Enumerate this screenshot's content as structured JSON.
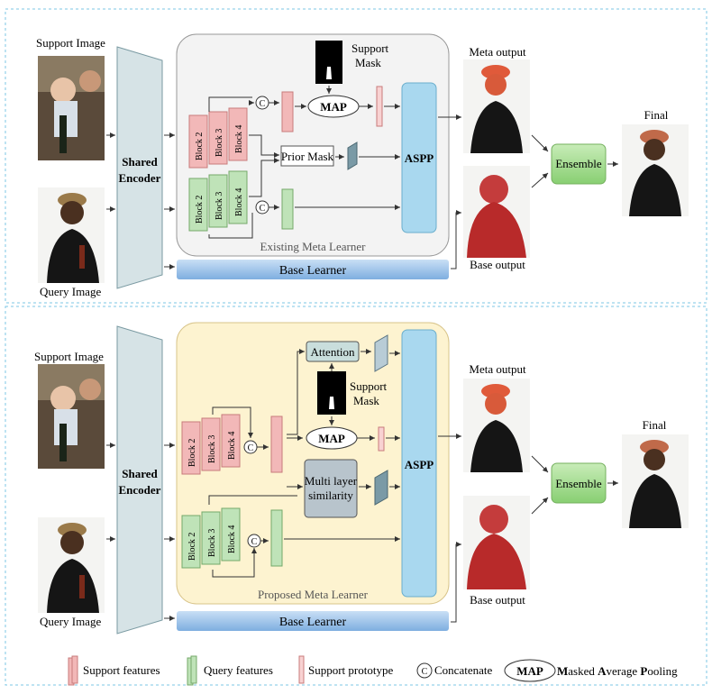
{
  "top": {
    "support_image": "Support Image",
    "query_image": "Query Image",
    "shared_encoder_1": "Shared",
    "shared_encoder_2": "Encoder",
    "support_mask_1": "Support",
    "support_mask_2": "Mask",
    "map": "MAP",
    "prior_mask": "Prior Mask",
    "aspp": "ASPP",
    "meta_output": "Meta output",
    "base_output": "Base output",
    "ensemble": "Ensemble",
    "final": "Final",
    "meta_learner": "Existing Meta Learner",
    "base_learner": "Base Learner",
    "concat": "C",
    "block2": "Block 2",
    "block3": "Block 3",
    "block4": "Block 4"
  },
  "bottom": {
    "support_image": "Support Image",
    "query_image": "Query Image",
    "shared_encoder_1": "Shared",
    "shared_encoder_2": "Encoder",
    "attention": "Attention",
    "support_mask_1": "Support",
    "support_mask_2": "Mask",
    "map": "MAP",
    "multi_1": "Multi layer",
    "multi_2": "similarity",
    "aspp": "ASPP",
    "meta_output": "Meta output",
    "base_output": "Base output",
    "ensemble": "Ensemble",
    "final": "Final",
    "meta_learner": "Proposed Meta Learner",
    "base_learner": "Base Learner",
    "concat": "C",
    "block2": "Block 2",
    "block3": "Block 3",
    "block4": "Block 4"
  },
  "legend": {
    "support_features": "Support features",
    "query_features": "Query features",
    "support_prototype": "Support prototype",
    "concat_symbol": "C",
    "concatenate": "Concatenate",
    "map_symbol": "MAP",
    "map_M": "M",
    "map_asked": "asked ",
    "map_A": "A",
    "map_verage": "verage ",
    "map_P": "P",
    "map_ooling": "ooling"
  },
  "colors": {
    "support": "#f2b8b8",
    "query": "#bfe3b8",
    "aspp": "#a9d8ef",
    "ensemble": "#9fd690",
    "base_learner": "#9cc3ea",
    "encoder": "#d6e3e6",
    "proposed_bg": "#fdf3d0"
  }
}
